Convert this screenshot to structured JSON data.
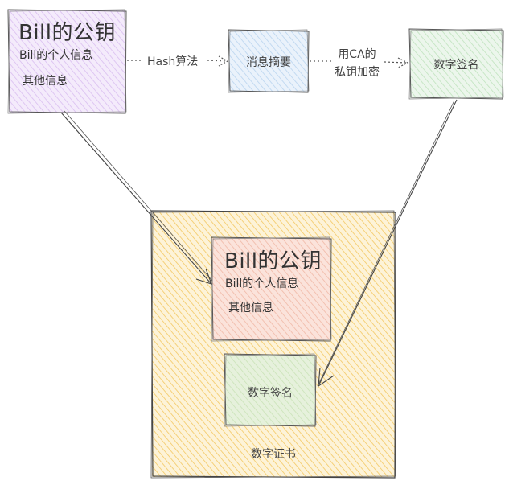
{
  "source_box": {
    "title": "Bill的公钥",
    "line1": "Bill的个人信息",
    "line2": "其他信息"
  },
  "edge_hash": {
    "label": "Hash算法"
  },
  "digest_box": {
    "label": "消息摘要"
  },
  "edge_encrypt": {
    "line1": "用CA的",
    "line2": "私钥加密"
  },
  "signature_box": {
    "label": "数字签名"
  },
  "certificate": {
    "inner_box": {
      "title": "Bill的公钥",
      "line1": "Bill的个人信息",
      "line2": "其他信息"
    },
    "signature_label": "数字签名",
    "caption": "数字证书"
  },
  "colors": {
    "purple_fill": "#e9d8f7",
    "blue_fill": "#d5e6f7",
    "green_fill": "#d8efd8",
    "yellow_fill": "#f7da8e",
    "pink_fill": "#f6cfc0",
    "stroke": "#555555"
  }
}
